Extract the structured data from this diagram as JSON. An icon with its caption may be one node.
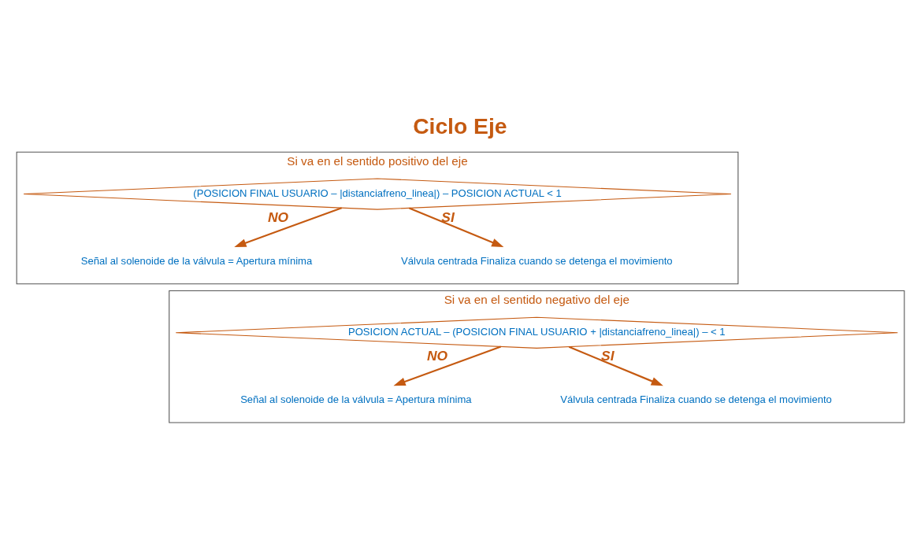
{
  "diagram": {
    "title": "Ciclo Eje",
    "nodes": [
      {
        "text": [
          "Si va en el sentido positivo del eje"
        ]
      },
      {
        "text": [
          "(POSICION FINAL USUARIO – |distanciafreno_linea|) – POSICION ACTUAL < 1"
        ],
        "in": 0
      },
      {
        "text": [
          "Señal al solenoide de la válvula = Apertura mínima"
        ],
        "in": 0
      },
      {
        "text": [
          "Válvula centrada Finaliza cuando se detenga el movimiento"
        ],
        "in": 0
      },
      {
        "text": [
          "Si va en el sentido negativo del eje"
        ]
      },
      {
        "text": [
          "POSICION ACTUAL – (POSICION FINAL USUARIO + |distanciafreno_linea|) – < 1"
        ],
        "in": 4
      },
      {
        "text": [
          "Señal al solenoide de la válvula = Apertura mínima"
        ],
        "in": 4
      },
      {
        "text": [
          "Válvula centrada Finaliza cuando se detenga el movimiento"
        ],
        "in": 4
      }
    ],
    "edges": [
      {
        "from": 1,
        "to": 2,
        "arrow": "to",
        "label": "NO"
      },
      {
        "from": 1,
        "to": 3,
        "arrow": "to",
        "label": "SI"
      },
      {
        "from": 5,
        "to": 6,
        "arrow": "to",
        "label": "NO"
      },
      {
        "from": 5,
        "to": 7,
        "arrow": "to",
        "label": "SI"
      }
    ]
  }
}
